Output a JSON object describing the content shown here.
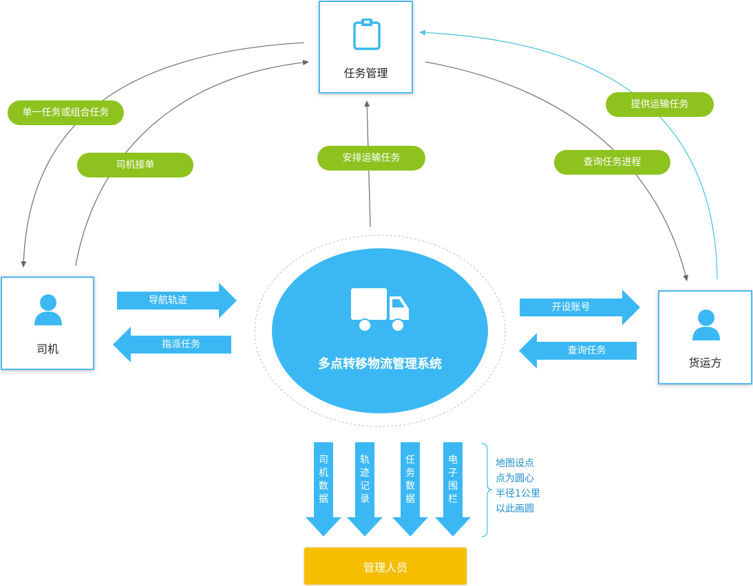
{
  "nodes": {
    "task_management": "任务管理",
    "driver": "司机",
    "shipper": "货运方",
    "system": "多点转移物流管理系统",
    "manager": "管理人员"
  },
  "flows": {
    "single_or_combined": "单一任务或组合任务",
    "driver_accept": "司机接单",
    "arrange_transport": "安排运输任务",
    "provide_transport": "提供运输任务",
    "query_progress": "查询任务进程",
    "navigation_track": "导航轨迹",
    "dispatch_task": "指派任务",
    "open_account": "开设账号",
    "query_task": "查询任务"
  },
  "data_arrows": [
    {
      "label": "司机数据"
    },
    {
      "label": "轨迹记录"
    },
    {
      "label": "任务数据"
    },
    {
      "label": "电子围栏"
    }
  ],
  "note": [
    "地图设点",
    "点为圆心",
    "半径1公里",
    "以此画圆"
  ],
  "colors": {
    "accent_blue": "#3bb8f3",
    "pill_green": "#8dc21f",
    "manager_yellow": "#f5be00",
    "cyan_line": "#4fc6e0"
  },
  "icons": {
    "task": "clipboard-icon",
    "driver": "user-icon",
    "shipper": "user-icon",
    "system": "truck-icon"
  }
}
